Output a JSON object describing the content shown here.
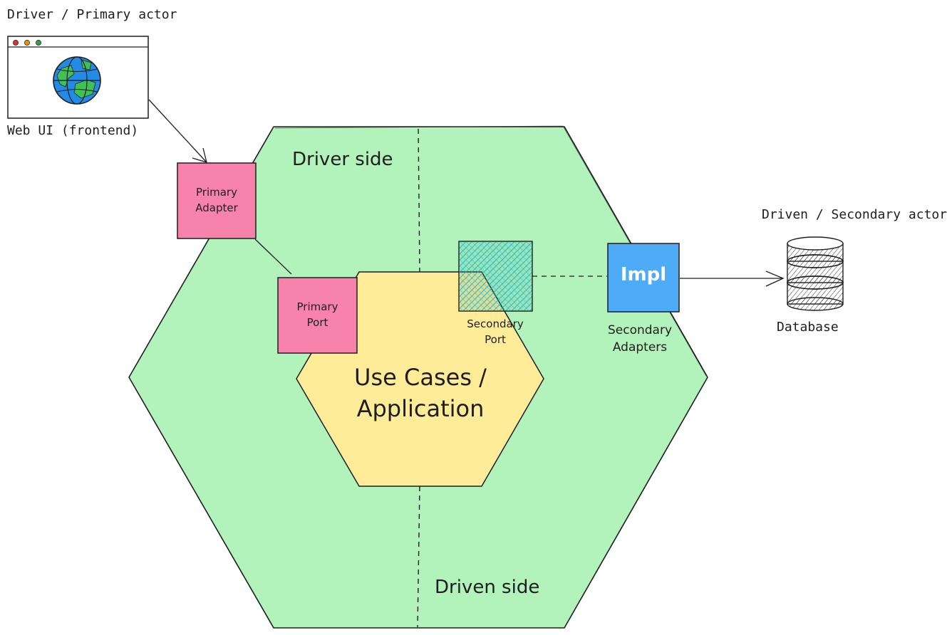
{
  "primary_actor": {
    "heading": "Driver / Primary actor",
    "caption": "Web UI (frontend)",
    "icon": "globe-icon"
  },
  "secondary_actor": {
    "heading": "Driven / Secondary actor",
    "caption": "Database",
    "icon": "database-icon"
  },
  "regions": {
    "driver_side": "Driver side",
    "driven_side": "Driven side"
  },
  "core": {
    "line1": "Use Cases /",
    "line2": "Application"
  },
  "primary_adapter": {
    "line1": "Primary",
    "line2": "Adapter"
  },
  "primary_port": {
    "line1": "Primary",
    "line2": "Port"
  },
  "secondary_port": {
    "line1": "Secondary",
    "line2": "Port"
  },
  "secondary_adapter": {
    "box_label": "Impl",
    "line1": "Secondary",
    "line2": "Adapters"
  },
  "colors": {
    "outer_hexagon": "#b2f2bb",
    "inner_hexagon": "#ffec99",
    "primary_boxes": "#f783ac",
    "secondary_port_hatch": "#15aabf",
    "impl_box": "#4dabf7",
    "globe_water": "#228be6",
    "globe_land": "#40c057",
    "stroke": "#1e1e1e"
  }
}
